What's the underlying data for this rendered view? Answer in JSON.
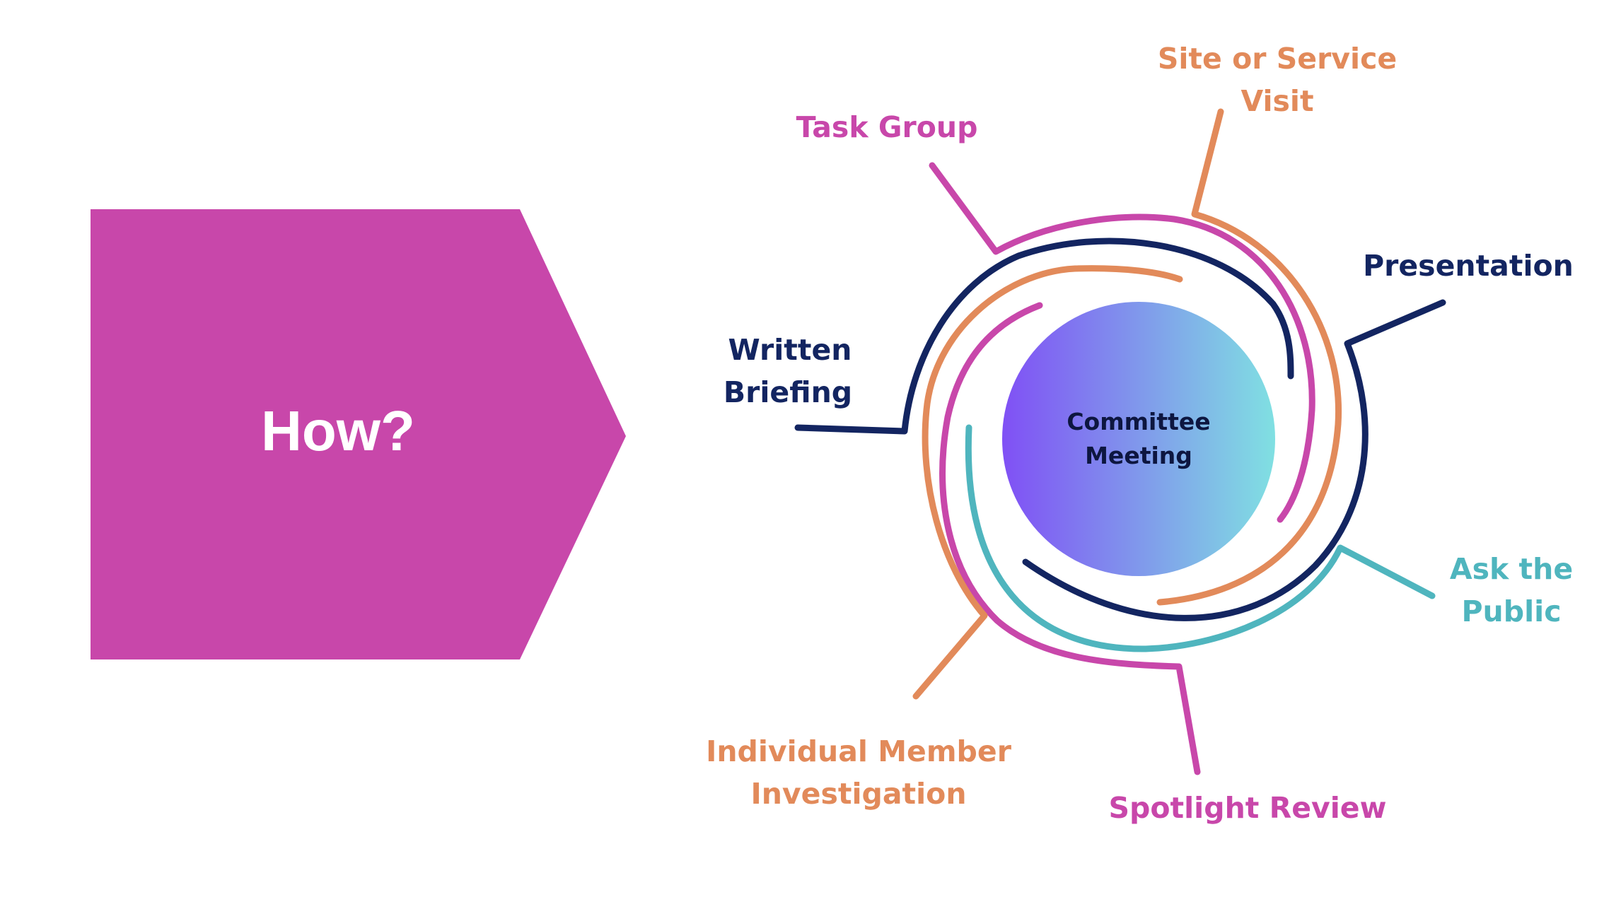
{
  "header": {
    "how_label": "How?"
  },
  "center": {
    "line1": "Committee",
    "line2": "Meeting"
  },
  "methods": {
    "site_visit": {
      "line1": "Site or Service",
      "line2": "Visit",
      "color": "#E28A5A"
    },
    "task_group": {
      "line1": "Task Group",
      "color": "#C847AA"
    },
    "presentation": {
      "line1": "Presentation",
      "color": "#132561"
    },
    "written_briefing": {
      "line1": "Written",
      "line2": "Briefing",
      "color": "#132561"
    },
    "ask_public": {
      "line1": "Ask the",
      "line2": "Public",
      "color": "#4FB5BE"
    },
    "individual_member": {
      "line1": "Individual Member",
      "line2": "Investigation",
      "color": "#E28A5A"
    },
    "spotlight_review": {
      "line1": "Spotlight Review",
      "color": "#C847AA"
    }
  },
  "colors": {
    "arrow": "#C847AA",
    "navy": "#132561",
    "orange": "#E28A5A",
    "magenta": "#C847AA",
    "teal": "#4FB5BE",
    "gradient_start": "#8050F5",
    "gradient_end": "#80E0E2"
  }
}
